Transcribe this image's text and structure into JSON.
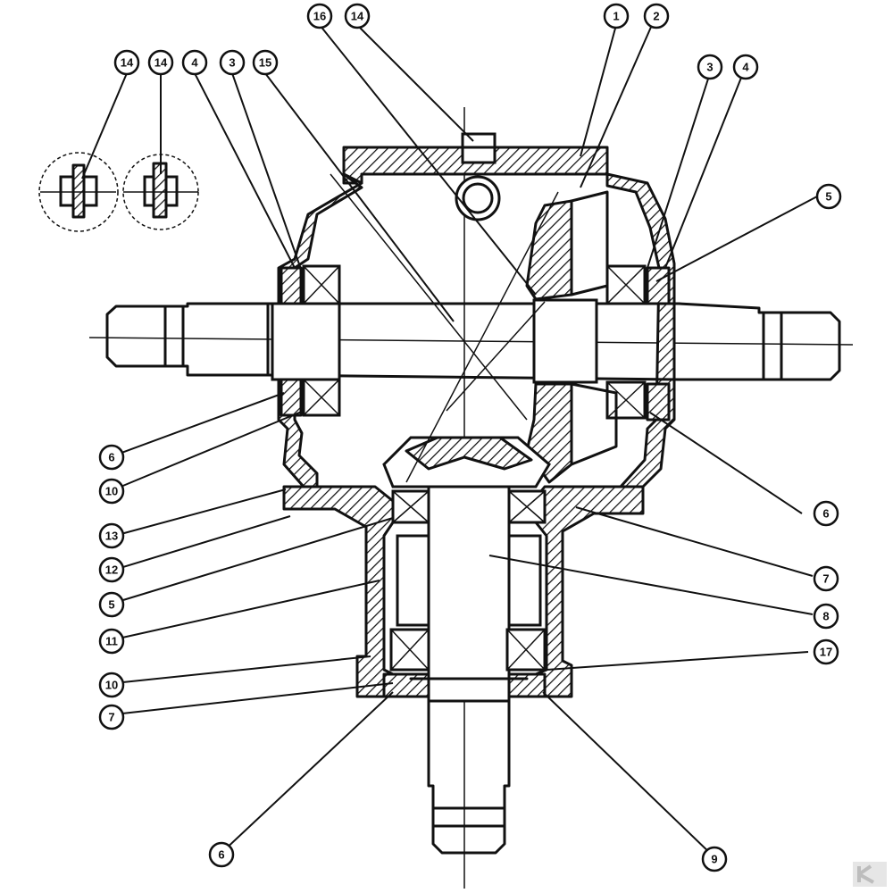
{
  "callouts": [
    {
      "label": "16"
    },
    {
      "label": "14"
    },
    {
      "label": "1"
    },
    {
      "label": "2"
    },
    {
      "label": "14"
    },
    {
      "label": "14"
    },
    {
      "label": "4"
    },
    {
      "label": "3"
    },
    {
      "label": "15"
    },
    {
      "label": "3"
    },
    {
      "label": "4"
    },
    {
      "label": "5"
    },
    {
      "label": "6"
    },
    {
      "label": "10"
    },
    {
      "label": "13"
    },
    {
      "label": "12"
    },
    {
      "label": "5"
    },
    {
      "label": "11"
    },
    {
      "label": "10"
    },
    {
      "label": "7"
    },
    {
      "label": "6"
    },
    {
      "label": "7"
    },
    {
      "label": "8"
    },
    {
      "label": "17"
    },
    {
      "label": "6"
    },
    {
      "label": "9"
    }
  ],
  "colors": {
    "ink": "#111111",
    "background": "#ffffff",
    "logo": "#cfcfcf"
  }
}
